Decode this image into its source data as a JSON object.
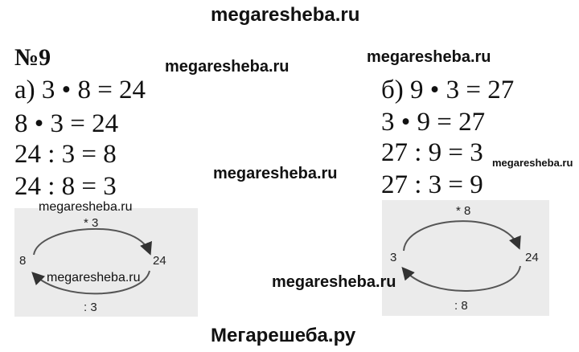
{
  "watermarks": {
    "top": "megaresheba.ru",
    "mid_left": "megaresheba.ru",
    "mid_right": "megaresheba.ru",
    "center": "megaresheba.ru",
    "small_right": "megaresheba.ru",
    "diagram_top_left": "megaresheba.ru",
    "diagram_inside_left": "megaresheba.ru",
    "bottom_center": "megaresheba.ru",
    "footer": "Мегарешеба.ру"
  },
  "task_number": "№9",
  "part_a": {
    "equations": [
      "а) 3 • 8 = 24",
      "8 • 3 = 24",
      "24 : 3 = 8",
      "24 : 8 = 3"
    ],
    "diagram": {
      "left": "8",
      "right": "24",
      "top_op": "* 3",
      "bottom_op": ": 3"
    }
  },
  "part_b": {
    "equations": [
      "б) 9 • 3 = 27",
      "3 • 9 = 27",
      "27 : 9 = 3",
      "27 : 3 = 9"
    ],
    "diagram": {
      "left": "3",
      "right": "24",
      "top_op": "* 8",
      "bottom_op": ": 8"
    }
  }
}
